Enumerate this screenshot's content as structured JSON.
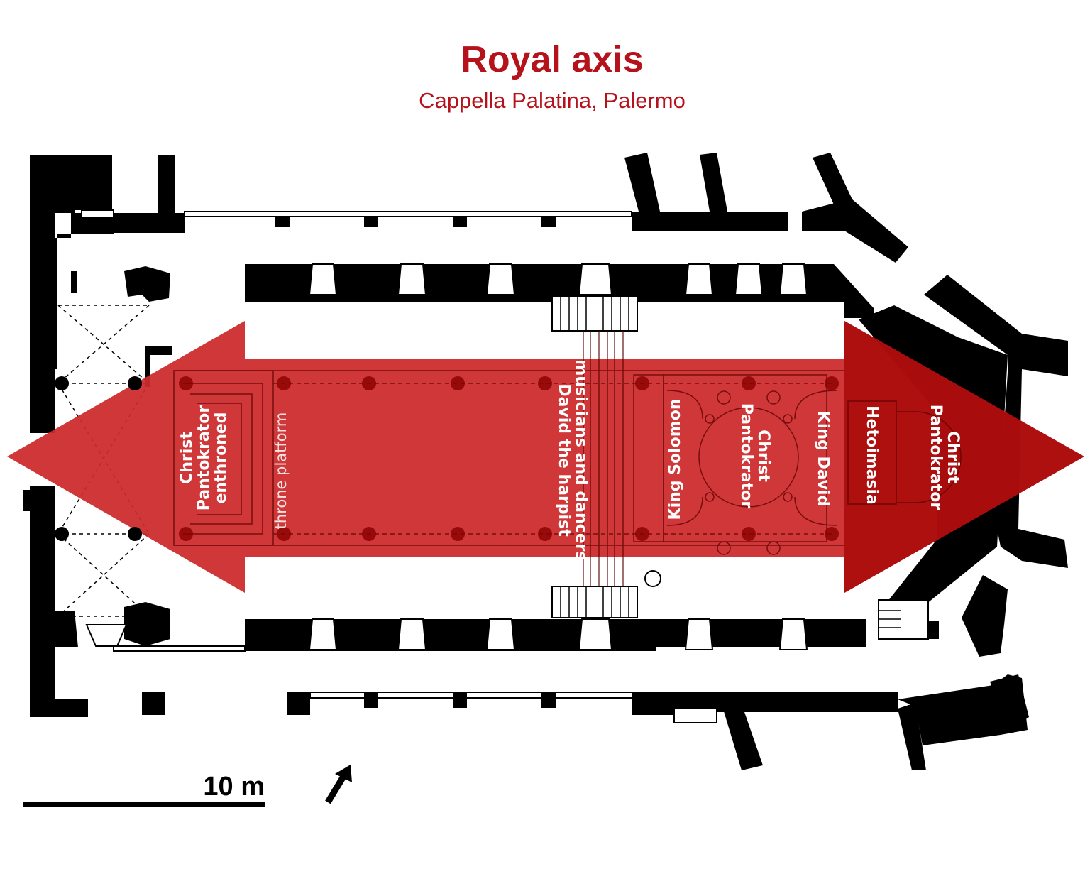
{
  "header": {
    "title": "Royal axis",
    "subtitle": "Cappella Palatina, Palermo"
  },
  "labels": {
    "christ_enthroned": [
      "Christ",
      "Pantokrator",
      "enthroned"
    ],
    "throne_platform": "throne platform",
    "musicians": [
      "musicians and dancers",
      "David the harpist"
    ],
    "king_solomon": "King Solomon",
    "christ_dome": [
      "Christ",
      "Pantokrator"
    ],
    "king_david": "King David",
    "hetoimasia": "Hetoimasia",
    "christ_apse": [
      "Christ",
      "Pantokrator"
    ]
  },
  "scale_bar": {
    "label": "10 m"
  },
  "colors": {
    "accent": "#c0171f",
    "arrow_fill": "#cc2a2c",
    "walls": "#000000",
    "background": "#ffffff"
  },
  "icons": {
    "north_arrow": "north-arrow-icon"
  }
}
